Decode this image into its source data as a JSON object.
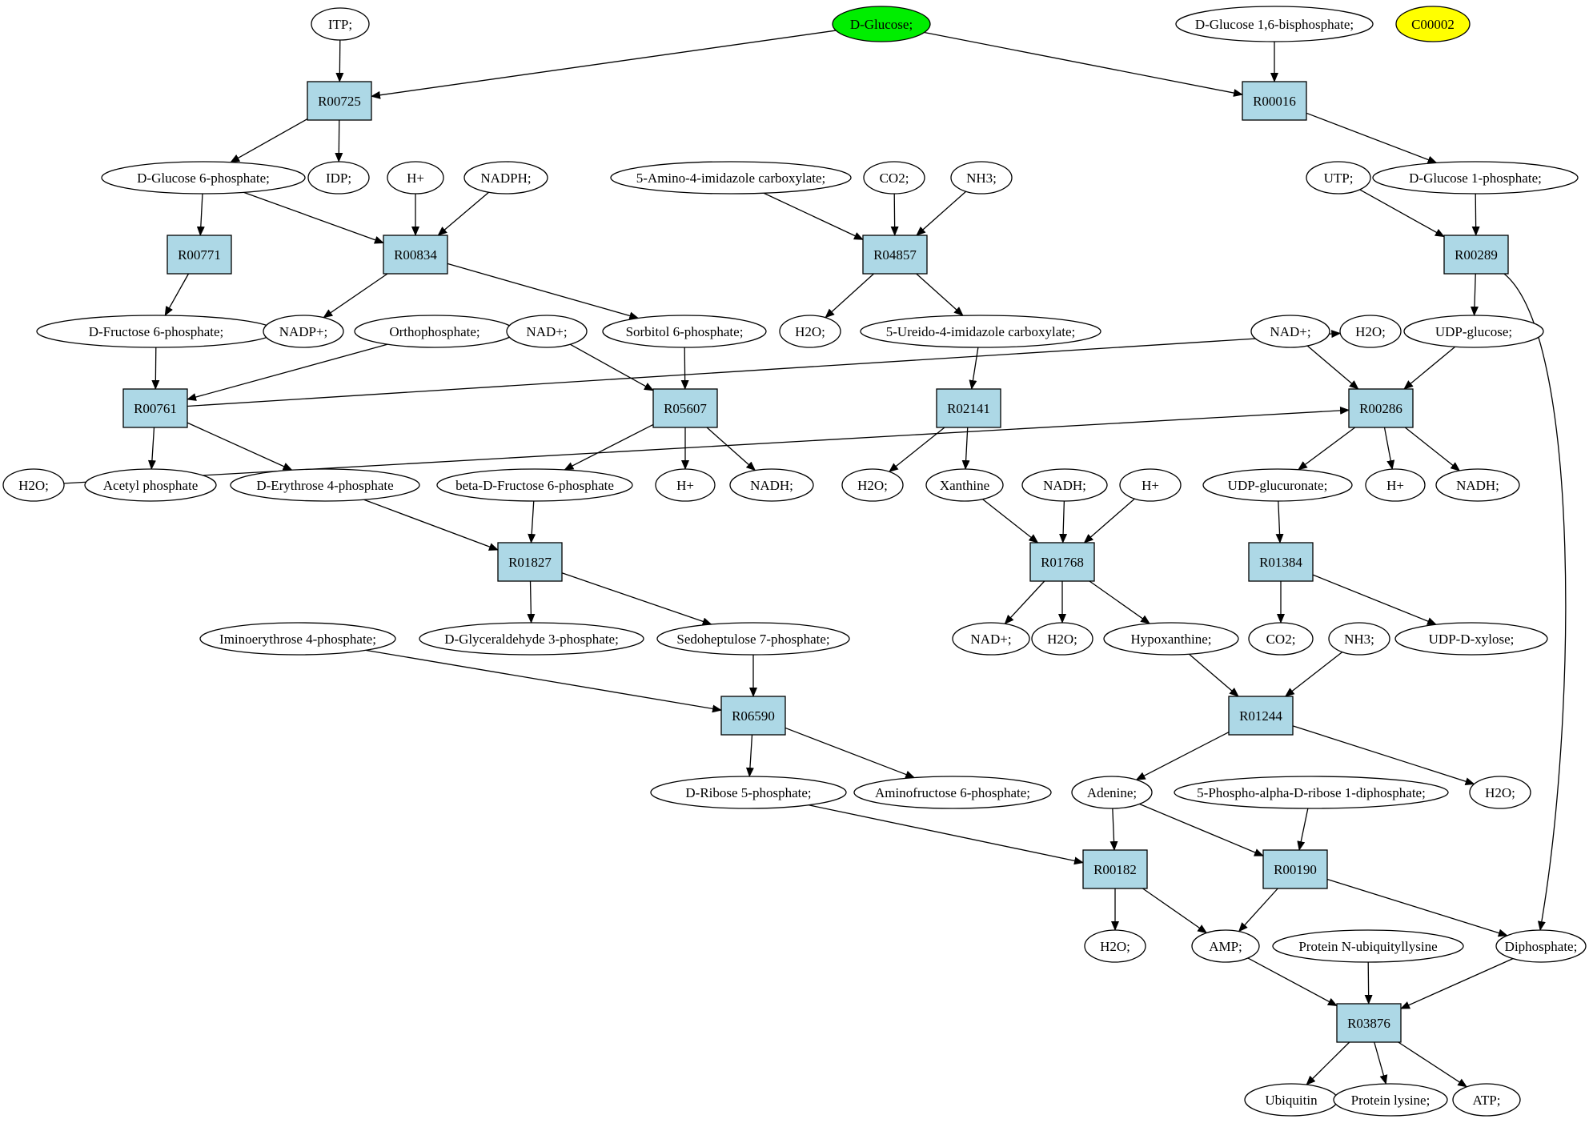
{
  "compounds": [
    {
      "id": "itp",
      "label": "ITP;"
    },
    {
      "id": "glc",
      "label": "D-Glucose;",
      "fill": "#00ee00"
    },
    {
      "id": "g16bp",
      "label": "D-Glucose 1,6-bisphosphate;"
    },
    {
      "id": "c00002",
      "label": "C00002",
      "fill": "#ffff00"
    },
    {
      "id": "g6p",
      "label": "D-Glucose 6-phosphate;"
    },
    {
      "id": "idp",
      "label": "IDP;"
    },
    {
      "id": "hplus1",
      "label": "H+"
    },
    {
      "id": "nadph",
      "label": "NADPH;"
    },
    {
      "id": "aic",
      "label": "5-Amino-4-imidazole carboxylate;"
    },
    {
      "id": "co2a",
      "label": "CO2;"
    },
    {
      "id": "nh3a",
      "label": "NH3;"
    },
    {
      "id": "utp",
      "label": "UTP;"
    },
    {
      "id": "g1p",
      "label": "D-Glucose 1-phosphate;"
    },
    {
      "id": "f6p",
      "label": "D-Fructose 6-phosphate;"
    },
    {
      "id": "nadp",
      "label": "NADP+;"
    },
    {
      "id": "orthop",
      "label": "Orthophosphate;"
    },
    {
      "id": "nad1",
      "label": "NAD+;"
    },
    {
      "id": "s6p",
      "label": "Sorbitol 6-phosphate;"
    },
    {
      "id": "h2oa",
      "label": "H2O;"
    },
    {
      "id": "uic",
      "label": "5-Ureido-4-imidazole carboxylate;"
    },
    {
      "id": "nad2",
      "label": "NAD+;"
    },
    {
      "id": "h2ob",
      "label": "H2O;"
    },
    {
      "id": "udpg",
      "label": "UDP-glucose;"
    },
    {
      "id": "h2oc",
      "label": "H2O;"
    },
    {
      "id": "acp",
      "label": "Acetyl phosphate"
    },
    {
      "id": "e4p",
      "label": "D-Erythrose 4-phosphate"
    },
    {
      "id": "bf6p",
      "label": "beta-D-Fructose 6-phosphate"
    },
    {
      "id": "hplus2",
      "label": "H+"
    },
    {
      "id": "nadh1",
      "label": "NADH;"
    },
    {
      "id": "h2od",
      "label": "H2O;"
    },
    {
      "id": "xan",
      "label": "Xanthine"
    },
    {
      "id": "nadh2",
      "label": "NADH;"
    },
    {
      "id": "hplus3",
      "label": "H+"
    },
    {
      "id": "udpgl",
      "label": "UDP-glucuronate;"
    },
    {
      "id": "hplus4",
      "label": "H+"
    },
    {
      "id": "nadh3",
      "label": "NADH;"
    },
    {
      "id": "ie4p",
      "label": "Iminoerythrose 4-phosphate;"
    },
    {
      "id": "gap",
      "label": "D-Glyceraldehyde 3-phosphate;"
    },
    {
      "id": "s7p",
      "label": "Sedoheptulose 7-phosphate;"
    },
    {
      "id": "nad3",
      "label": "NAD+;"
    },
    {
      "id": "h2oe",
      "label": "H2O;"
    },
    {
      "id": "hyp",
      "label": "Hypoxanthine;"
    },
    {
      "id": "co2b",
      "label": "CO2;"
    },
    {
      "id": "nh3b",
      "label": "NH3;"
    },
    {
      "id": "udpx",
      "label": "UDP-D-xylose;"
    },
    {
      "id": "r5p",
      "label": "D-Ribose 5-phosphate;"
    },
    {
      "id": "af6p",
      "label": "Aminofructose 6-phosphate;"
    },
    {
      "id": "ade",
      "label": "Adenine;"
    },
    {
      "id": "prpp",
      "label": "5-Phospho-alpha-D-ribose 1-diphosphate;"
    },
    {
      "id": "h2of",
      "label": "H2O;"
    },
    {
      "id": "h2og",
      "label": "H2O;"
    },
    {
      "id": "amp",
      "label": "AMP;"
    },
    {
      "id": "pnu",
      "label": "Protein N-ubiquityllysine"
    },
    {
      "id": "dip",
      "label": "Diphosphate;"
    },
    {
      "id": "ubq",
      "label": "Ubiquitin"
    },
    {
      "id": "plys",
      "label": "Protein lysine;"
    },
    {
      "id": "atp",
      "label": "ATP;"
    }
  ],
  "reactions": [
    {
      "id": "R00725",
      "label": "R00725"
    },
    {
      "id": "R00016",
      "label": "R00016"
    },
    {
      "id": "R00771",
      "label": "R00771"
    },
    {
      "id": "R00834",
      "label": "R00834"
    },
    {
      "id": "R04857",
      "label": "R04857"
    },
    {
      "id": "R00289",
      "label": "R00289"
    },
    {
      "id": "R00761",
      "label": "R00761"
    },
    {
      "id": "R05607",
      "label": "R05607"
    },
    {
      "id": "R02141",
      "label": "R02141"
    },
    {
      "id": "R00286",
      "label": "R00286"
    },
    {
      "id": "R01827",
      "label": "R01827"
    },
    {
      "id": "R01768",
      "label": "R01768"
    },
    {
      "id": "R01384",
      "label": "R01384"
    },
    {
      "id": "R06590",
      "label": "R06590"
    },
    {
      "id": "R01244",
      "label": "R01244"
    },
    {
      "id": "R00182",
      "label": "R00182"
    },
    {
      "id": "R00190",
      "label": "R00190"
    },
    {
      "id": "R03876",
      "label": "R03876"
    }
  ],
  "edges": [
    [
      "itp",
      "R00725"
    ],
    [
      "glc",
      "R00725"
    ],
    [
      "glc",
      "R00016"
    ],
    [
      "g16bp",
      "R00016"
    ],
    [
      "R00725",
      "g6p"
    ],
    [
      "R00725",
      "idp"
    ],
    [
      "R00016",
      "g1p"
    ],
    [
      "g6p",
      "R00771"
    ],
    [
      "g6p",
      "R00834"
    ],
    [
      "hplus1",
      "R00834"
    ],
    [
      "nadph",
      "R00834"
    ],
    [
      "aic",
      "R04857"
    ],
    [
      "co2a",
      "R04857"
    ],
    [
      "nh3a",
      "R04857"
    ],
    [
      "utp",
      "R00289"
    ],
    [
      "g1p",
      "R00289"
    ],
    [
      "R00771",
      "f6p"
    ],
    [
      "R00834",
      "nadp"
    ],
    [
      "R00834",
      "s6p"
    ],
    [
      "R04857",
      "h2oa"
    ],
    [
      "R04857",
      "uic"
    ],
    [
      "R00289",
      "udpg"
    ],
    [
      "R00289",
      "dip"
    ],
    [
      "f6p",
      "R00761"
    ],
    [
      "orthop",
      "R00761"
    ],
    [
      "nad1",
      "R05607"
    ],
    [
      "s6p",
      "R05607"
    ],
    [
      "uic",
      "R02141"
    ],
    [
      "nad2",
      "R00286"
    ],
    [
      "h2oc",
      "R00286"
    ],
    [
      "udpg",
      "R00286"
    ],
    [
      "R00761",
      "h2ob"
    ],
    [
      "R00761",
      "acp"
    ],
    [
      "R00761",
      "e4p"
    ],
    [
      "R05607",
      "bf6p"
    ],
    [
      "R05607",
      "hplus2"
    ],
    [
      "R05607",
      "nadh1"
    ],
    [
      "R02141",
      "h2od"
    ],
    [
      "R02141",
      "xan"
    ],
    [
      "R00286",
      "udpgl"
    ],
    [
      "R00286",
      "hplus4"
    ],
    [
      "R00286",
      "nadh3"
    ],
    [
      "e4p",
      "R01827"
    ],
    [
      "bf6p",
      "R01827"
    ],
    [
      "xan",
      "R01768"
    ],
    [
      "nadh2",
      "R01768"
    ],
    [
      "hplus3",
      "R01768"
    ],
    [
      "udpgl",
      "R01384"
    ],
    [
      "R01827",
      "gap"
    ],
    [
      "R01827",
      "s7p"
    ],
    [
      "R01768",
      "nad3"
    ],
    [
      "R01768",
      "h2oe"
    ],
    [
      "R01768",
      "hyp"
    ],
    [
      "R01384",
      "co2b"
    ],
    [
      "R01384",
      "udpx"
    ],
    [
      "ie4p",
      "R06590"
    ],
    [
      "s7p",
      "R06590"
    ],
    [
      "hyp",
      "R01244"
    ],
    [
      "nh3b",
      "R01244"
    ],
    [
      "R06590",
      "r5p"
    ],
    [
      "R06590",
      "af6p"
    ],
    [
      "R01244",
      "ade"
    ],
    [
      "R01244",
      "h2of"
    ],
    [
      "r5p",
      "R00182"
    ],
    [
      "ade",
      "R00182"
    ],
    [
      "ade",
      "R00190"
    ],
    [
      "prpp",
      "R00190"
    ],
    [
      "R00182",
      "h2og"
    ],
    [
      "R00182",
      "amp"
    ],
    [
      "R00190",
      "amp"
    ],
    [
      "R00190",
      "dip"
    ],
    [
      "amp",
      "R03876"
    ],
    [
      "pnu",
      "R03876"
    ],
    [
      "dip",
      "R03876"
    ],
    [
      "R03876",
      "ubq"
    ],
    [
      "R03876",
      "plys"
    ],
    [
      "R03876",
      "atp"
    ]
  ],
  "colors": {
    "reaction_fill": "#add8e6",
    "compound_fill": "#ffffff",
    "stroke": "#000000"
  }
}
